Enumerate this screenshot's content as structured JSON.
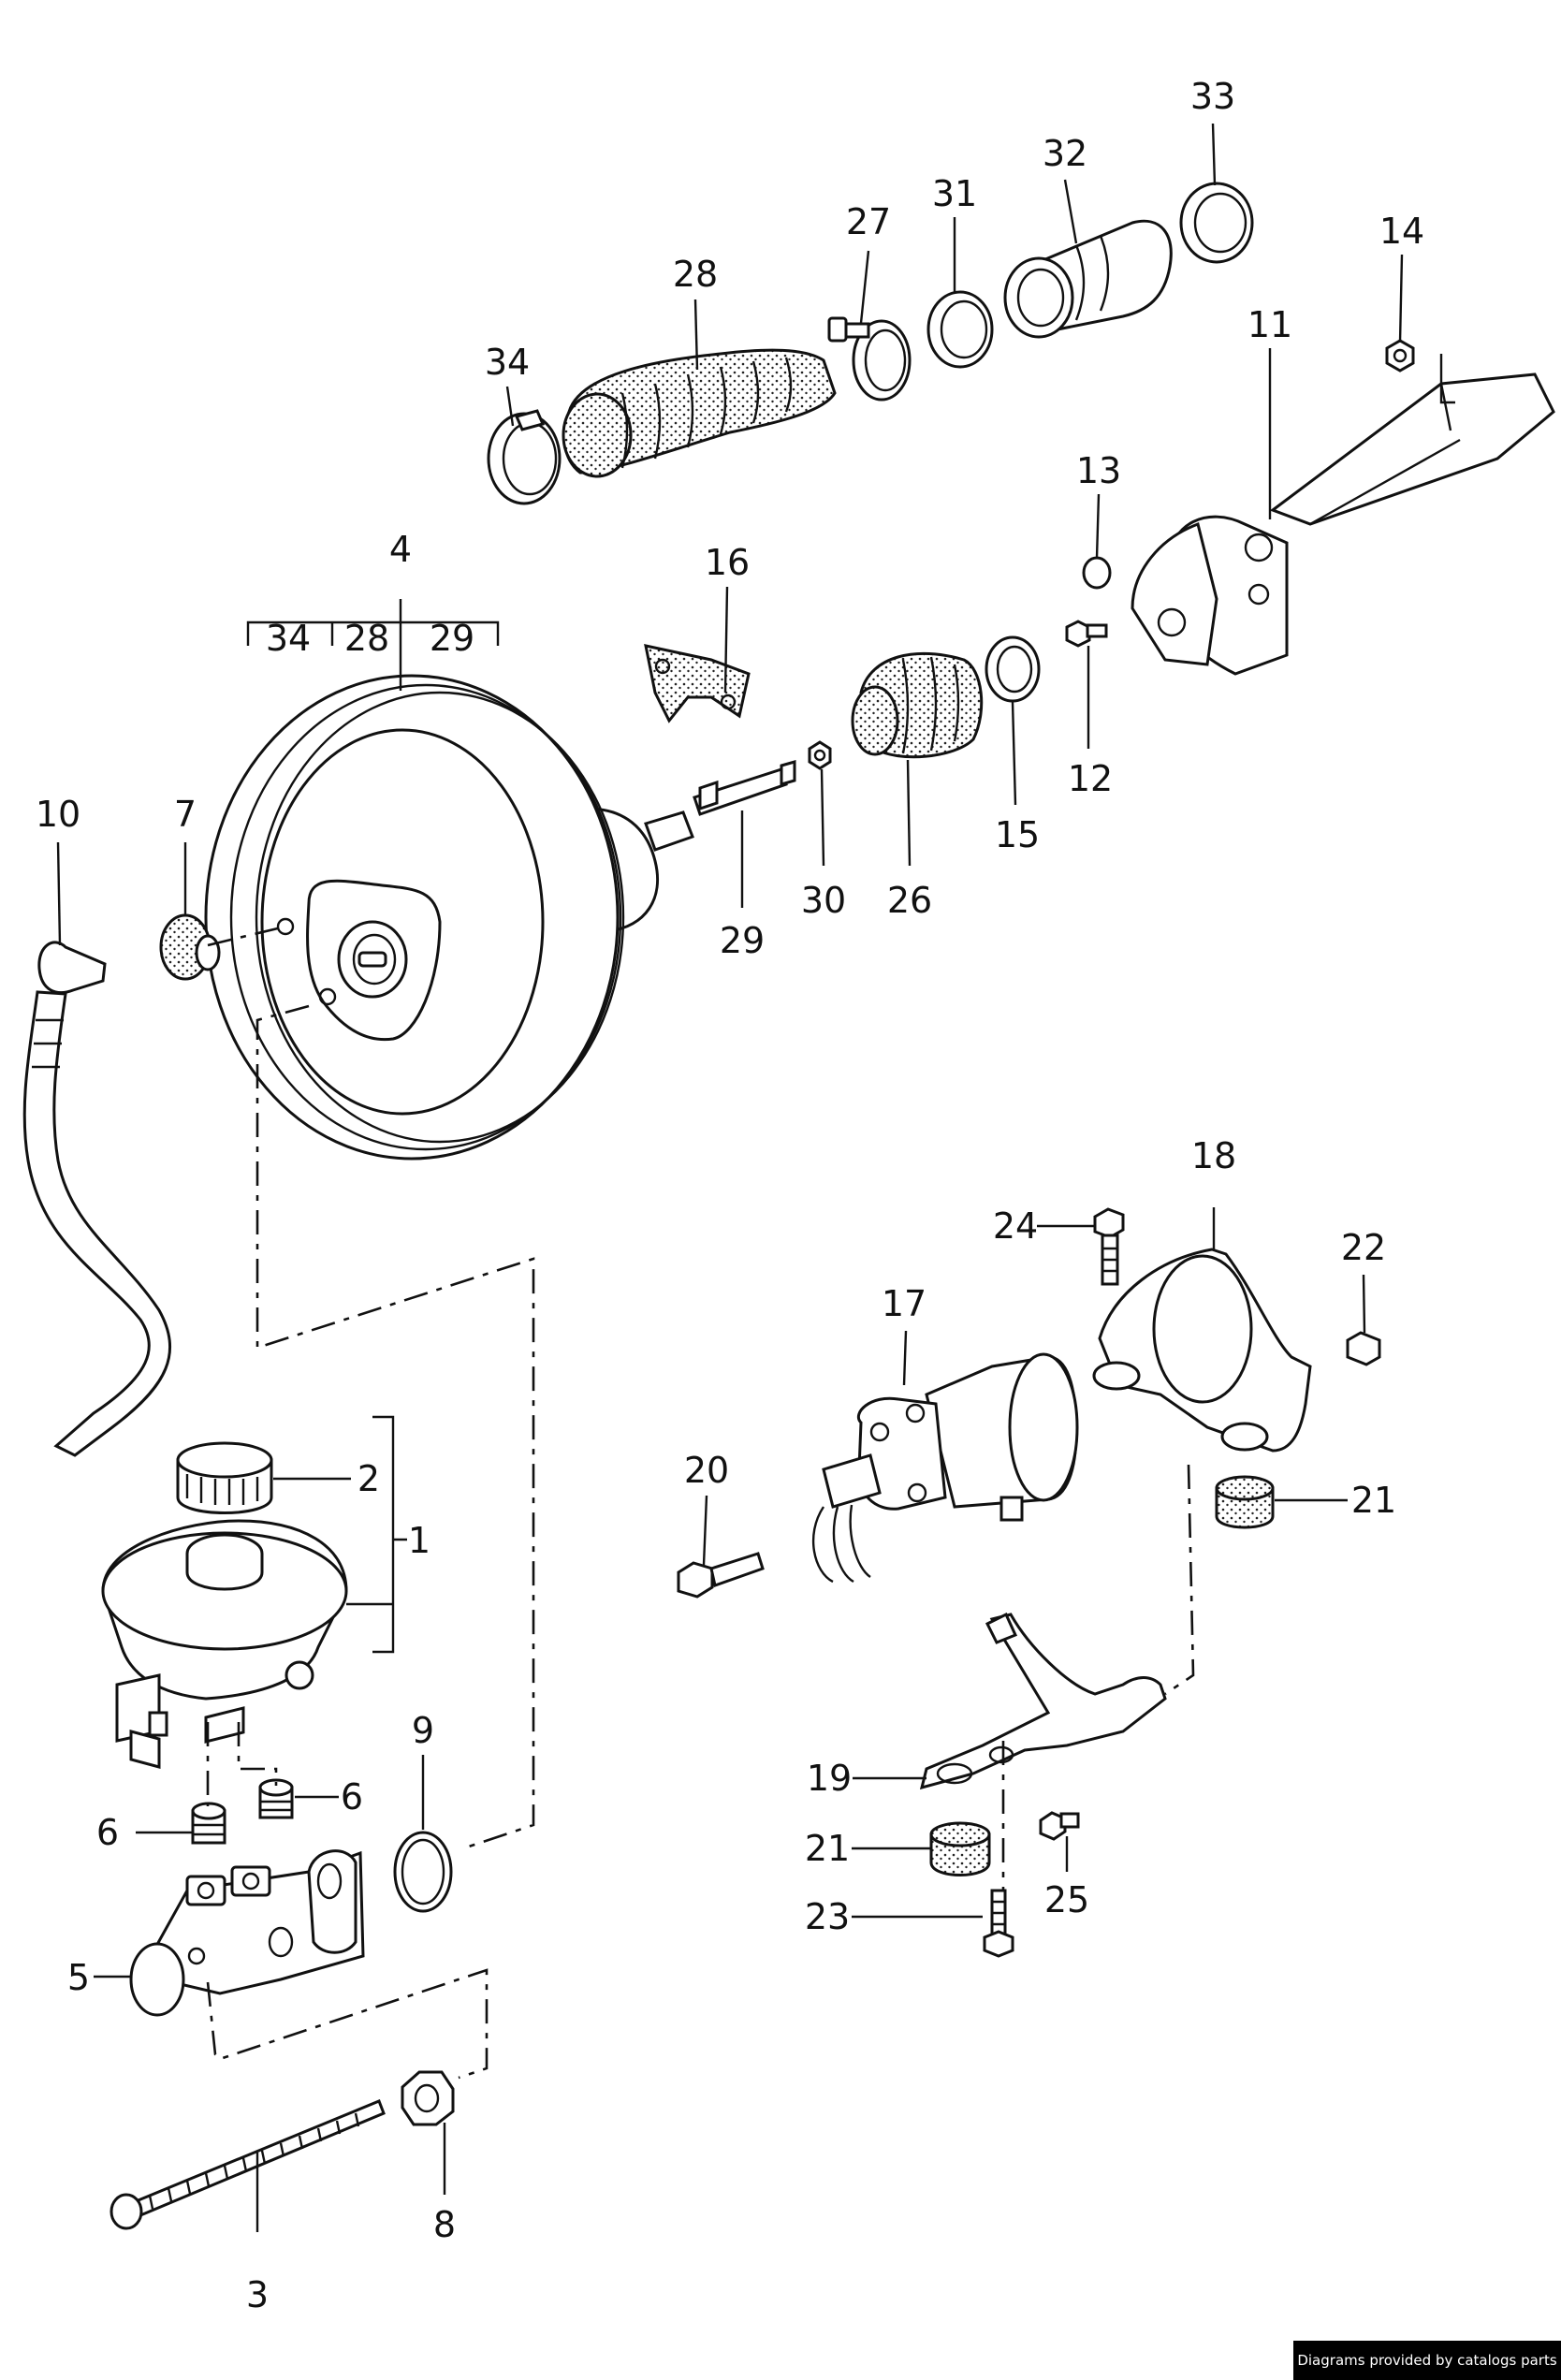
{
  "labels": {
    "l1": "1",
    "l2": "2",
    "l3": "3",
    "l4": "4",
    "l5": "5",
    "l6a": "6",
    "l6b": "6",
    "l7": "7",
    "l8": "8",
    "l9": "9",
    "l10": "10",
    "l11": "11",
    "l12": "12",
    "l13": "13",
    "l14": "14",
    "l15": "15",
    "l16": "16",
    "l17": "17",
    "l18": "18",
    "l19": "19",
    "l20": "20",
    "l21a": "21",
    "l21b": "21",
    "l22": "22",
    "l23": "23",
    "l24": "24",
    "l25": "25",
    "l26": "26",
    "l27": "27",
    "l28": "28",
    "l29": "29",
    "l30": "30",
    "l31": "31",
    "l32": "32",
    "l33": "33",
    "l34": "34",
    "g34": "34",
    "g28": "28",
    "g29": "29"
  },
  "credit": "Diagrams provided by catalogs parts"
}
